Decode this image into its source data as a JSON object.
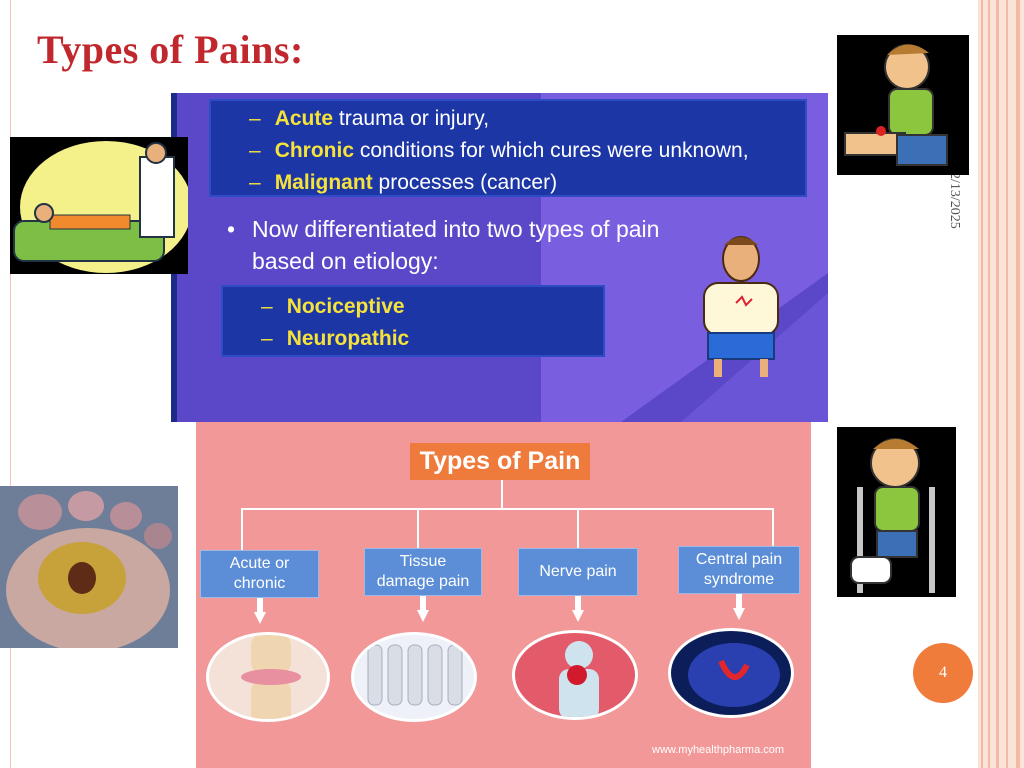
{
  "title": "Types of Pains:",
  "date": "2/13/2025",
  "page_number": "4",
  "top_slide": {
    "lines": [
      {
        "dash": "–",
        "keyword": "Acute",
        "rest": " trauma or injury,"
      },
      {
        "dash": "–",
        "keyword": "Chronic",
        "rest": " conditions for which cures were unknown,"
      },
      {
        "dash": "–",
        "keyword": "Malignant",
        "rest": " processes (cancer)"
      }
    ],
    "bullet": "•",
    "bullet_text_1": "Now differentiated into two types of pain",
    "bullet_text_2": "based on etiology:",
    "subtypes": [
      {
        "dash": "–",
        "label": "Nociceptive"
      },
      {
        "dash": "–",
        "label": "Neuropathic"
      }
    ]
  },
  "chart": {
    "title": "Types of Pain",
    "boxes": [
      {
        "line1": "Acute or",
        "line2": "chronic"
      },
      {
        "line1": "Tissue",
        "line2": "damage pain"
      },
      {
        "line1": "Nerve pain",
        "line2": ""
      },
      {
        "line1": "Central pain",
        "line2": "syndrome"
      }
    ],
    "credit": "www.myhealthpharma.com"
  },
  "colors": {
    "title": "#c0282d",
    "slide_bg": "#5b48c8",
    "slide_box": "#1c36a6",
    "highlight": "#f5e23a",
    "chart_bg": "#f29898",
    "chart_title_bg": "#ee7b3c",
    "chart_box": "#5b8ed6",
    "page_badge": "#f07c3c"
  }
}
